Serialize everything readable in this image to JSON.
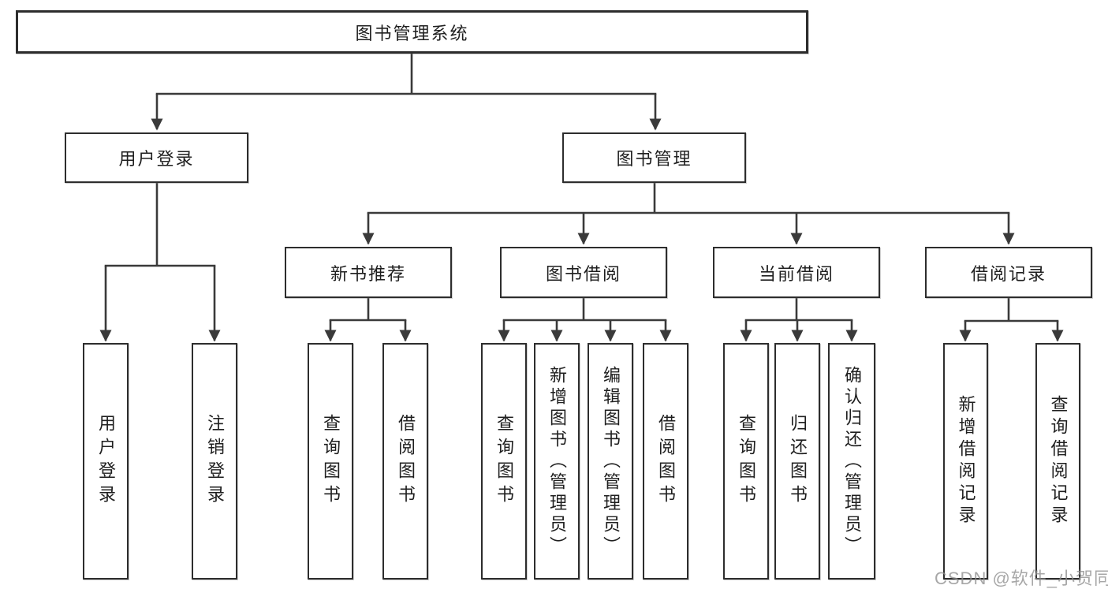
{
  "tree": {
    "root": {
      "label": "图书管理系统",
      "children": [
        {
          "label": "用户登录",
          "children": [
            {
              "label": "用户登录"
            },
            {
              "label": "注销登录"
            }
          ]
        },
        {
          "label": "图书管理",
          "children": [
            {
              "label": "新书推荐",
              "children": [
                {
                  "label": "查询图书"
                },
                {
                  "label": "借阅图书"
                }
              ]
            },
            {
              "label": "图书借阅",
              "children": [
                {
                  "label": "查询图书"
                },
                {
                  "label": "新增图书（管理员）"
                },
                {
                  "label": "编辑图书（管理员）"
                },
                {
                  "label": "借阅图书"
                }
              ]
            },
            {
              "label": "当前借阅",
              "children": [
                {
                  "label": "查询图书"
                },
                {
                  "label": "归还图书"
                },
                {
                  "label": "确认归还（管理员）"
                }
              ]
            },
            {
              "label": "借阅记录",
              "children": [
                {
                  "label": "新增借阅记录"
                },
                {
                  "label": "查询借阅记录"
                }
              ]
            }
          ]
        }
      ]
    }
  },
  "watermark": {
    "text": "CSDN @软件_小贺同学"
  },
  "colors": {
    "line": "#3a3a3a",
    "box_border": "#2d2d2d",
    "text": "#1f1f1f",
    "background": "#ffffff",
    "watermark": "#8f8f8f"
  }
}
